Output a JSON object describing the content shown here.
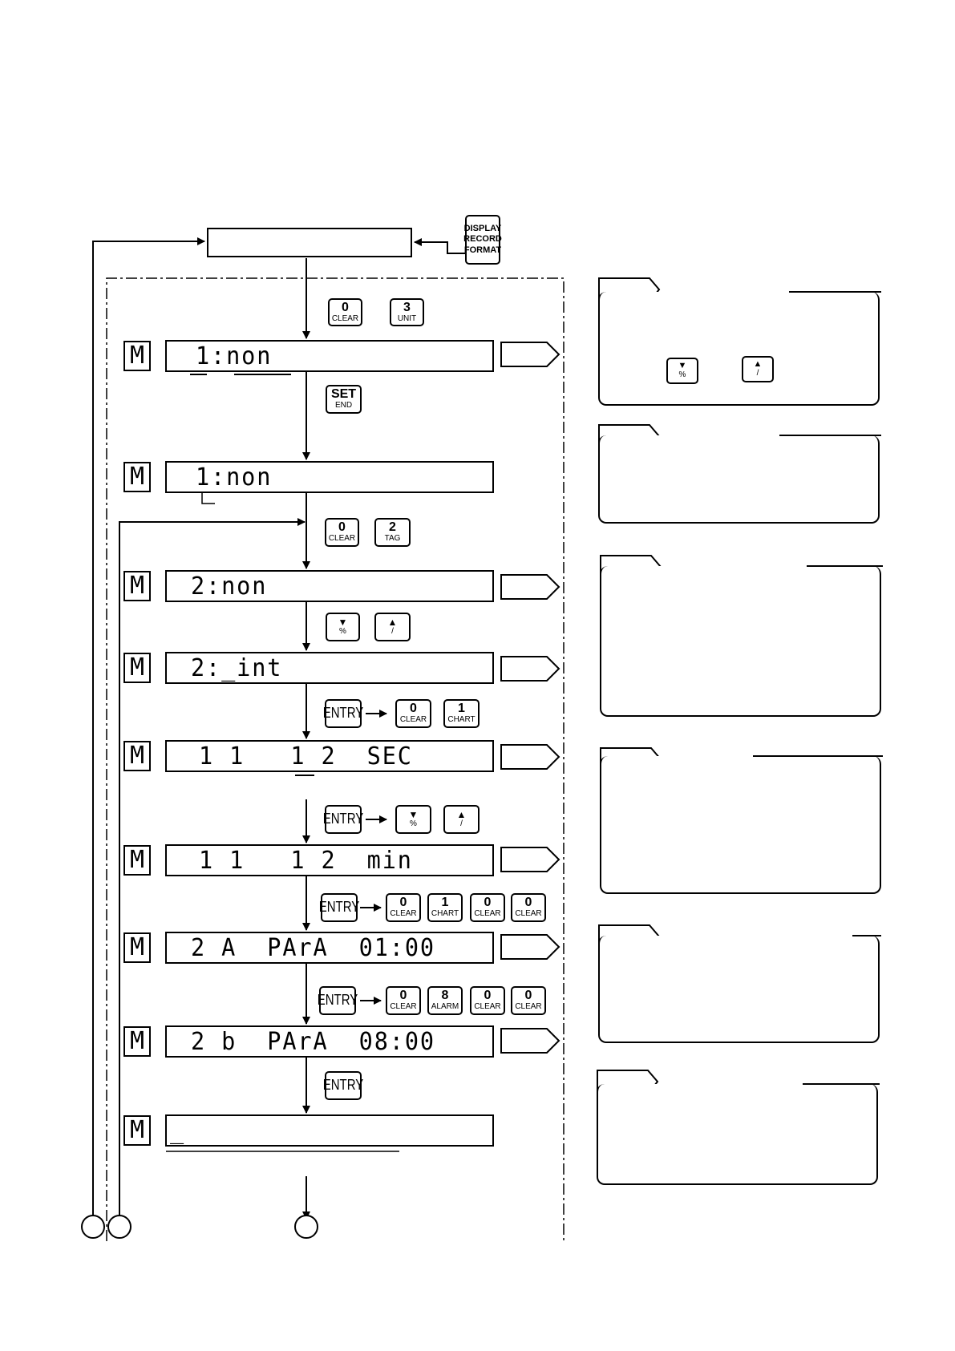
{
  "keys": {
    "k_display": {
      "lines": [
        "DISPLAY",
        "RECORD",
        "FORMAT"
      ]
    },
    "k1_a": {
      "top": "0",
      "bottom": "CLEAR"
    },
    "k1_b": {
      "top": "3",
      "bottom": "UNIT"
    },
    "k2": {
      "top": "SET",
      "bottom": "END"
    },
    "k3_a": {
      "top": "0",
      "bottom": "CLEAR"
    },
    "k3_b": {
      "top": "2",
      "bottom": "TAG"
    },
    "k4_a": {
      "top": "▼",
      "bottom": "%"
    },
    "k4_b": {
      "top": "▲",
      "bottom": "/"
    },
    "k5_entry": {
      "top": "ENTRY"
    },
    "k5_a": {
      "top": "0",
      "bottom": "CLEAR"
    },
    "k5_b": {
      "top": "1",
      "bottom": "CHART"
    },
    "k6_entry": {
      "top": "ENTRY"
    },
    "k6_a": {
      "top": "▼",
      "bottom": "%"
    },
    "k6_b": {
      "top": "▲",
      "bottom": "/"
    },
    "k7_entry": {
      "top": "ENTRY"
    },
    "k7_a": {
      "top": "0",
      "bottom": "CLEAR"
    },
    "k7_b": {
      "top": "1",
      "bottom": "CHART"
    },
    "k7_c": {
      "top": "0",
      "bottom": "CLEAR"
    },
    "k7_d": {
      "top": "0",
      "bottom": "CLEAR"
    },
    "k8_entry": {
      "top": "ENTRY"
    },
    "k8_a": {
      "top": "0",
      "bottom": "CLEAR"
    },
    "k8_b": {
      "top": "8",
      "bottom": "ALARM"
    },
    "k8_c": {
      "top": "0",
      "bottom": "CLEAR"
    },
    "k8_d": {
      "top": "0",
      "bottom": "CLEAR"
    },
    "k9_entry": {
      "top": "ENTRY"
    },
    "n1_a": {
      "top": "▼",
      "bottom": "%"
    },
    "n1_b": {
      "top": "▲",
      "bottom": "/"
    }
  },
  "displays": [
    {
      "m": "M",
      "text": "1:non"
    },
    {
      "m": "M",
      "text": "1:non"
    },
    {
      "m": "M",
      "text": "2:non"
    },
    {
      "m": "M",
      "text": "2:_int"
    },
    {
      "m": "M",
      "text": "1 1   1 2  SEC"
    },
    {
      "m": "M",
      "text": "1 1   1 2  min"
    },
    {
      "m": "M",
      "text": "2 A  PArA  01:00"
    },
    {
      "m": "M",
      "text": "2 b  PArA  08:00"
    },
    {
      "m": "M",
      "text": "_"
    }
  ]
}
